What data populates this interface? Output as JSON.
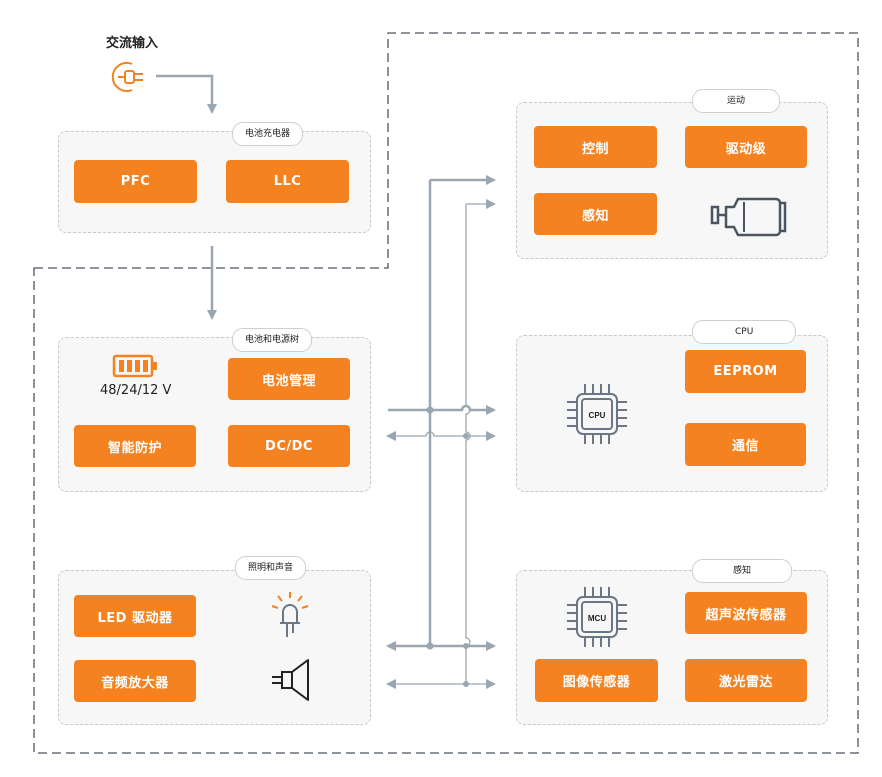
{
  "ac_input": {
    "label": "交流输入",
    "icon": "plug-icon"
  },
  "groups": {
    "charger": {
      "tag": "电池充电器",
      "blocks": [
        "PFC",
        "LLC"
      ]
    },
    "battery": {
      "tag": "电池和电源树",
      "voltage": "48/24/12 V",
      "blocks": [
        "电池管理",
        "智能防护",
        "DC/DC"
      ],
      "icon": "battery-icon"
    },
    "lighting": {
      "tag": "照明和声音",
      "blocks": [
        "LED 驱动器",
        "音频放大器"
      ],
      "icons": [
        "led-icon",
        "speaker-icon"
      ]
    },
    "motion": {
      "tag": "运动",
      "blocks": [
        "控制",
        "驱动级",
        "感知"
      ],
      "icon": "motor-icon"
    },
    "cpu": {
      "tag": "CPU",
      "chip": "CPU",
      "blocks": [
        "EEPROM",
        "通信"
      ]
    },
    "sensing": {
      "tag": "感知",
      "chip": "MCU",
      "blocks": [
        "超声波传感器",
        "图像传感器",
        "激光雷达"
      ]
    }
  },
  "colors": {
    "accent": "#f58220",
    "wire": "#9aa6b2",
    "border": "#4a5560",
    "icon": "#6b7785"
  }
}
